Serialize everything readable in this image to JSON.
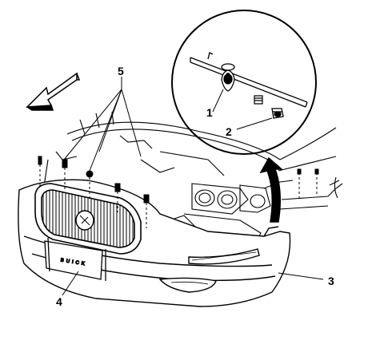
{
  "callouts": {
    "c1": "1",
    "c2": "2",
    "c3": "3",
    "c4": "4",
    "c5": "5"
  },
  "plate_text": "BUICK",
  "colors": {
    "stroke": "#000000",
    "background": "#ffffff"
  },
  "icons": [
    "direction-arrow-icon",
    "lift-arrow-icon",
    "push-pin-retainer-icon"
  ]
}
